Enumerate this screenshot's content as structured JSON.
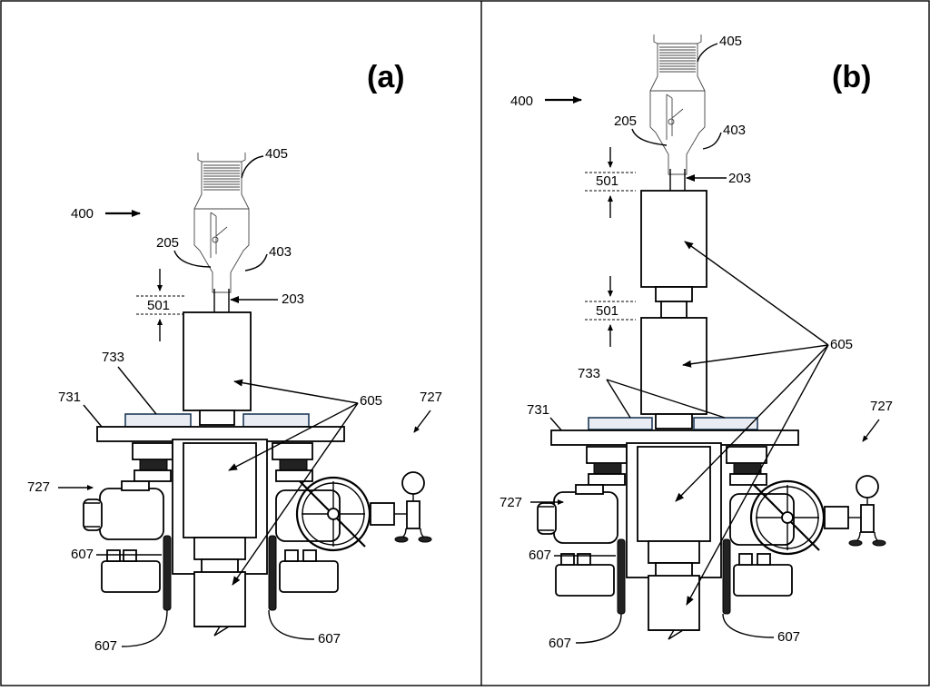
{
  "panels": [
    {
      "id": "a",
      "label": "(a)",
      "callouts": {
        "c400": "400",
        "c405": "405",
        "c403": "403",
        "c205": "205",
        "c203": "203",
        "c501": "501",
        "c733": "733",
        "c731": "731",
        "c605": "605",
        "c727_right": "727",
        "c727_left": "727",
        "c607_top": "607",
        "c607_bl": "607",
        "c607_br": "607"
      }
    },
    {
      "id": "b",
      "label": "(b)",
      "callouts": {
        "c400": "400",
        "c405": "405",
        "c403": "403",
        "c205": "205",
        "c203": "203",
        "c501_top": "501",
        "c501_mid": "501",
        "c605": "605",
        "c733": "733",
        "c731": "731",
        "c727_right": "727",
        "c727_left": "727",
        "c607_top": "607",
        "c607_bl": "607",
        "c607_br": "607"
      }
    }
  ],
  "colors": {
    "plate": "#1f3a5a",
    "line": "#000000"
  }
}
